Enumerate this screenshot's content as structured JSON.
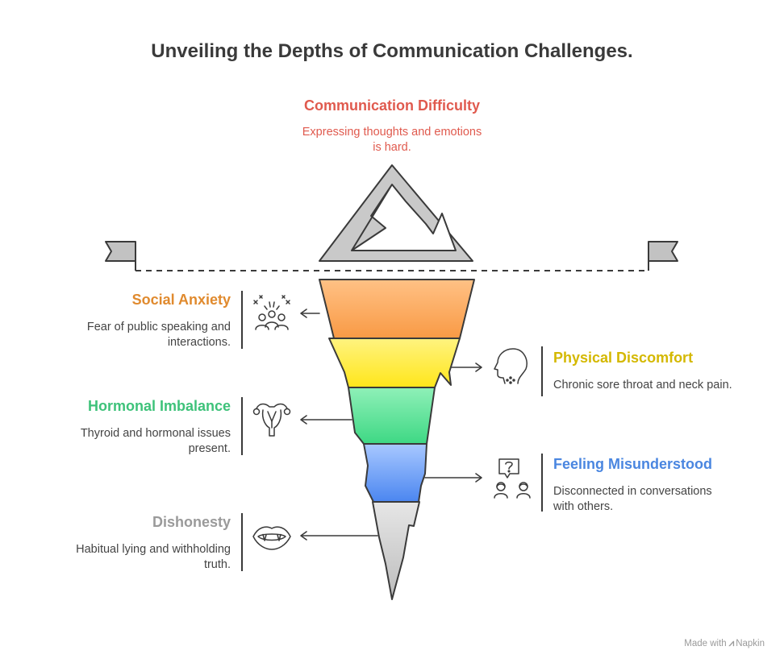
{
  "title": "Unveiling the Depths of Communication Challenges.",
  "top": {
    "title": "Communication Difficulty",
    "desc_line1": "Expressing thoughts and emotions",
    "desc_line2": "is hard.",
    "color": "#e05a4e"
  },
  "layers": [
    {
      "key": "social-anxiety",
      "side": "left",
      "title": "Social Anxiety",
      "desc_line1": "Fear of public speaking and",
      "desc_line2": "interactions.",
      "label_color": "#e08a2e",
      "fill_top": "#ffc185",
      "fill_bottom": "#f99a45",
      "icon": "crowd-icon"
    },
    {
      "key": "physical-discomfort",
      "side": "right",
      "title": "Physical Discomfort",
      "desc_line1": "Chronic sore throat and neck pain.",
      "desc_line2": "",
      "label_color": "#d4b800",
      "fill_top": "#fff380",
      "fill_bottom": "#ffe61a",
      "icon": "head-profile-icon"
    },
    {
      "key": "hormonal-imbalance",
      "side": "left",
      "title": "Hormonal Imbalance",
      "desc_line1": "Thyroid and hormonal issues",
      "desc_line2": "present.",
      "label_color": "#3ec27a",
      "fill_top": "#8ff0b8",
      "fill_bottom": "#3ed884",
      "icon": "uterus-icon"
    },
    {
      "key": "feeling-misunderstood",
      "side": "right",
      "title": "Feeling Misunderstood",
      "desc_line1": "Disconnected in conversations",
      "desc_line2": "with others.",
      "label_color": "#4a86e0",
      "fill_top": "#a8c8ff",
      "fill_bottom": "#4b86f0",
      "icon": "confused-people-icon"
    },
    {
      "key": "dishonesty",
      "side": "left",
      "title": "Dishonesty",
      "desc_line1": "Habitual lying and withholding",
      "desc_line2": "truth.",
      "label_color": "#9a9a9a",
      "fill_top": "#e6e6e6",
      "fill_bottom": "#bdbdbd",
      "icon": "fangs-mouth-icon"
    }
  ],
  "footer": {
    "made_with": "Made with",
    "brand": "Napkin",
    "brand_icon": "napkin-logo-icon"
  }
}
